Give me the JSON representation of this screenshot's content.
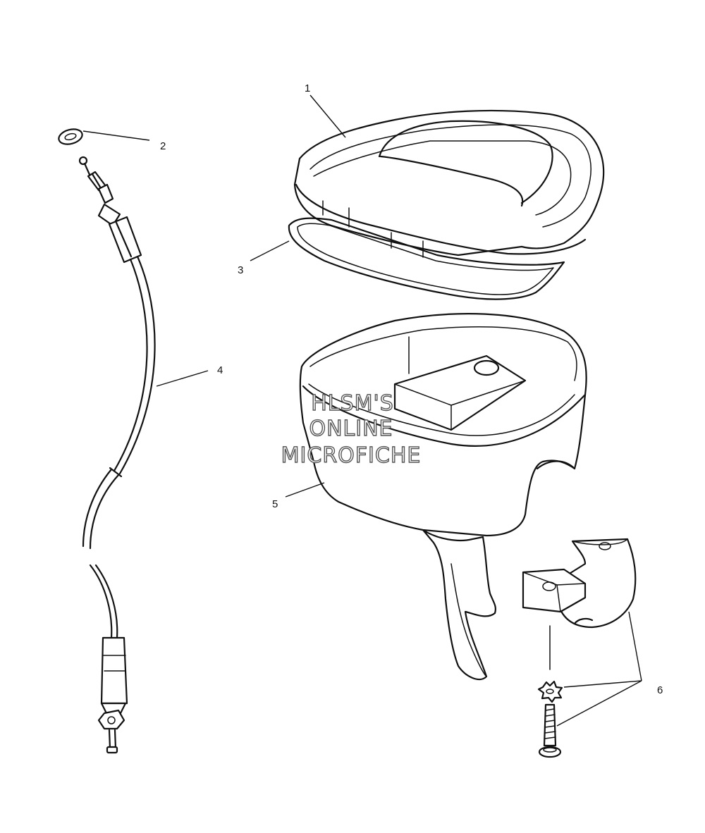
{
  "callouts": {
    "c1": "1",
    "c2": "2",
    "c3": "3",
    "c4": "4",
    "c5": "5",
    "c6": "6"
  },
  "watermark": {
    "line1": "HLSM'S",
    "line2": "ONLINE",
    "line3": "MICROFICHE"
  }
}
